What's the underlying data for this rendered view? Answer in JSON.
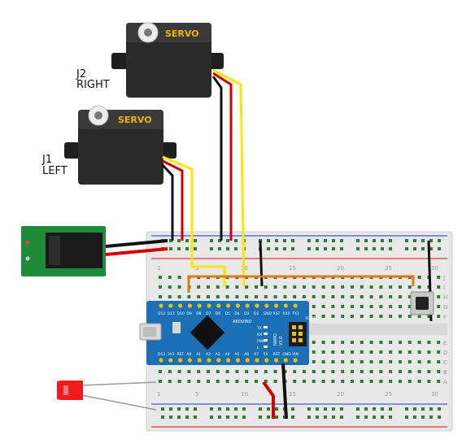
{
  "servo_right": {
    "ref": "J2",
    "name": "RIGHT",
    "brand": "SERVO"
  },
  "servo_left": {
    "ref": "J1",
    "name": "LEFT",
    "brand": "SERVO"
  },
  "arduino": {
    "brand": "ARDUINO",
    "model_line1": "NANO",
    "model_line2": "V3.0",
    "header_label": "ICSP",
    "top_pins": [
      "D12",
      "D11",
      "D10",
      "D9",
      "D8",
      "D7",
      "D6",
      "D5",
      "D4",
      "D3",
      "D2",
      "GND",
      "RST",
      "RX0",
      "TX1"
    ],
    "bottom_pins": [
      "D13",
      "3V3",
      "REF",
      "A0",
      "A1",
      "A2",
      "A3",
      "A4",
      "A5",
      "A6",
      "A7",
      "5V",
      "RST",
      "GND",
      "VIN"
    ],
    "led_labels": [
      "TX",
      "RX",
      "PWR",
      "L"
    ]
  },
  "breadboard": {
    "column_numbers": [
      "1",
      "5",
      "10",
      "15",
      "20",
      "25",
      "30"
    ],
    "row_letters_top": [
      "J",
      "I",
      "H",
      "G",
      "F"
    ],
    "row_letters_bottom": [
      "E",
      "D",
      "C",
      "B",
      "A"
    ]
  },
  "colors": {
    "wire_red": "#d40000",
    "wire_black": "#111111",
    "wire_yellow": "#ffe600",
    "wire_orange": "#e07a10",
    "arduino_blue": "#1a6fb5",
    "pcb_green": "#1f8a3a",
    "servo_body": "#2b2b2b",
    "rail_red": "#d63b3b",
    "rail_blue": "#3b5bd6"
  }
}
